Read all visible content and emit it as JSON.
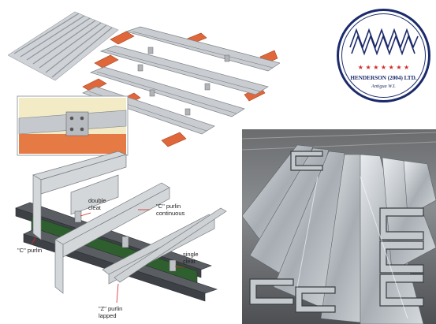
{
  "logo": {
    "company": "HENDERSON (2004) LTD.",
    "location": "Antigua W.I.",
    "stars": "★ ★ ★ ★ ★ ★ ★",
    "colors": {
      "navy": "#1b2b6b",
      "red": "#d22a2a"
    }
  },
  "diagram": {
    "labels": {
      "double_cleat": "double\ncleat",
      "c_purlin_continuous": "\"C\" purlin\ncontinuous",
      "c_purlin": "\"C\" purlin",
      "single_cleat": "single\ncleat",
      "z_purlin_lapped": "\"Z\" purlin\nlapped"
    },
    "colors": {
      "steel": "#c9ccd0",
      "beam": "#3d4146",
      "web": "#2f5f2f",
      "rafter": "#e0673a"
    }
  }
}
